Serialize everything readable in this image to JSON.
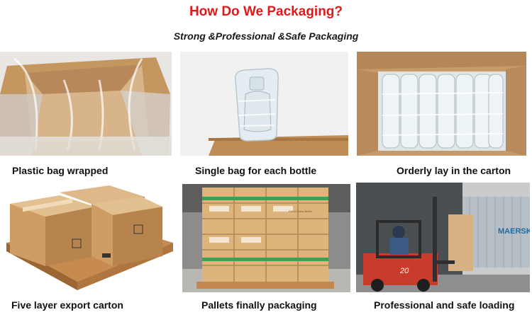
{
  "header": {
    "title": "How Do We Packaging?",
    "subtitle": "Strong &Professional &Safe Packaging"
  },
  "colors": {
    "title": "#e01a1a",
    "caption": "#111111",
    "cardboard": "#c9945a"
  },
  "photos": [
    {
      "caption": "Plastic bag wrapped",
      "image": "carton-with-plastic-liner"
    },
    {
      "caption": "Single bag for each bottle",
      "image": "bottle-in-air-bag"
    },
    {
      "caption": "Orderly lay in the carton",
      "image": "bottles-laid-in-carton"
    },
    {
      "caption": "Five layer export carton",
      "image": "cartons-on-pallet"
    },
    {
      "caption": "Pallets finally packaging",
      "image": "wrapped-pallet-stack",
      "box_label": "Rillnd Glass Bottle"
    },
    {
      "caption": "Professional and safe loading",
      "image": "forklift-container-loading",
      "forklift_number": "20",
      "container_brand": "MAERSK"
    }
  ]
}
